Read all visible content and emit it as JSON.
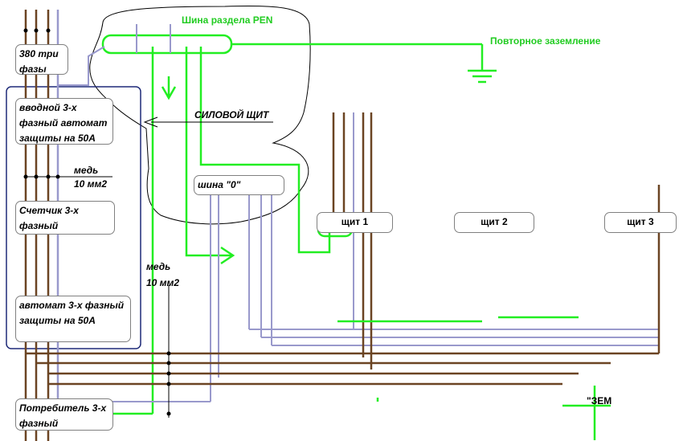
{
  "blocks": {
    "supply": "380 три фазы",
    "input_breaker": "вводной 3-х фазный автомат защиты на 50А",
    "meter": "Счетчик 3-х фазный",
    "breaker2": "автомат 3-х фазный защиты на 50А",
    "consumer": "Потребитель 3-х фазный"
  },
  "labels": {
    "pen_bus": "Шина раздела PEN",
    "re_grounding": "Повторное заземление",
    "power_panel": "СИЛОВОЙ ЩИТ",
    "copper_upper_1": "медь",
    "copper_upper_2": "10 мм2",
    "copper_lower_1": "медь",
    "copper_lower_2": "10 мм2",
    "zero_bus": "шина \"0\"",
    "panel1": "щит 1",
    "panel2": "щит 2",
    "panel3": "щит 3",
    "zero_bottom": "\"ЗЕМ"
  },
  "colors": {
    "brown": "#6b4423",
    "blue": "#9999cc",
    "green": "#22ee22",
    "navy": "#1e2a78"
  }
}
